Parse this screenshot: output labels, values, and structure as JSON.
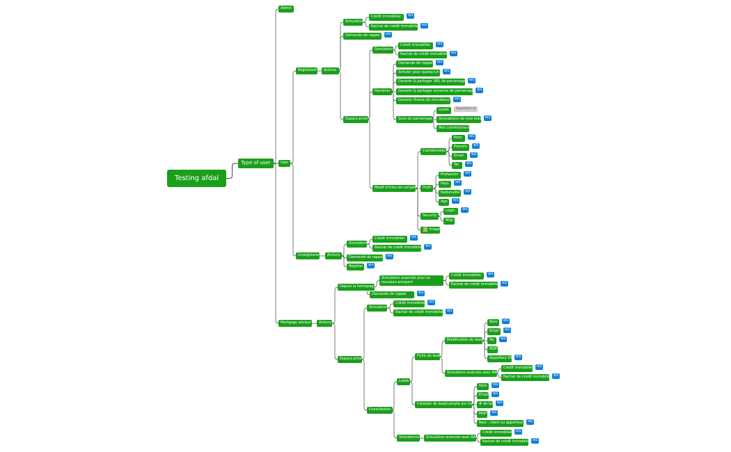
{
  "colors": {
    "node": "#1a9f1a",
    "tag": "#0f7fd6",
    "grey_tag": "#cfcfcf",
    "edge": "#444444"
  },
  "nodes": [
    {
      "id": "root",
      "label": "Testing afdal"
    },
    {
      "id": "type",
      "label": "Type of user"
    },
    {
      "id": "admin",
      "label": "Admin"
    },
    {
      "id": "user",
      "label": "User"
    },
    {
      "id": "registered",
      "label": "Registered"
    },
    {
      "id": "actions_r",
      "label": "Actions"
    },
    {
      "id": "simulation_r",
      "label": "Simulation"
    },
    {
      "id": "credit_r",
      "label": "Crédit immobilier",
      "tag": "WS"
    },
    {
      "id": "rachat_r",
      "label": "Rachat de crédit immobilier",
      "tag": "WS"
    },
    {
      "id": "rappel_r",
      "label": "Demande de rappel",
      "tag": "WS"
    },
    {
      "id": "espace_r",
      "label": "Espace privé"
    },
    {
      "id": "simulation_e",
      "label": "Simulation"
    },
    {
      "id": "credit_e",
      "label": "Crédit immobilier",
      "tag": "WS"
    },
    {
      "id": "rachat_e",
      "label": "Rachat de crédit immobilier",
      "tag": "WS"
    },
    {
      "id": "parrainer",
      "label": "Parrainer"
    },
    {
      "id": "p_rappel",
      "label": "Demande de rappel",
      "tag": "WS"
    },
    {
      "id": "p_simuler",
      "label": "Simuler pour quelqu'un",
      "tag": "WS"
    },
    {
      "id": "p_url",
      "label": "Generer & partager URL de parrainage",
      "tag": "WS"
    },
    {
      "id": "p_annonce",
      "label": "Generer & partager annonce de parrainage",
      "tag": "WS"
    },
    {
      "id": "p_iframe",
      "label": "Generer iframe du simulateur",
      "tag": "WS"
    },
    {
      "id": "suivi",
      "label": "Suivi du parrainage"
    },
    {
      "id": "leads_s",
      "label": "Leads",
      "tag": "Apporteur id"
    },
    {
      "id": "simleads",
      "label": "Simulations de mes leads",
      "tag": "WS"
    },
    {
      "id": "commissions",
      "label": "Mes commissions"
    },
    {
      "id": "modif",
      "label": "Modif d'infos de compte"
    },
    {
      "id": "coord",
      "label": "Coordonnées"
    },
    {
      "id": "c_nom",
      "label": "Nom",
      "tag": "WS"
    },
    {
      "id": "c_prenom",
      "label": "Prenom",
      "tag": "WS"
    },
    {
      "id": "c_email",
      "label": "Email",
      "tag": "WS"
    },
    {
      "id": "c_tel",
      "label": "Tel",
      "tag": "WS"
    },
    {
      "id": "profil",
      "label": "Profil"
    },
    {
      "id": "pr_profession",
      "label": "Profession",
      "tag": "WS"
    },
    {
      "id": "pr_pays",
      "label": "Pays",
      "tag": "WS"
    },
    {
      "id": "pr_nat",
      "label": "Nationalité",
      "tag": "WS"
    },
    {
      "id": "pr_age",
      "label": "Age",
      "tag": "WS"
    },
    {
      "id": "security",
      "label": "Security"
    },
    {
      "id": "s_login",
      "label": "Login",
      "tag": "WS"
    },
    {
      "id": "s_mdp",
      "label": "Mdp"
    },
    {
      "id": "image",
      "label": "Image",
      "emoji": "🖼️"
    },
    {
      "id": "unregistered",
      "label": "Unregistered"
    },
    {
      "id": "actions_u",
      "label": "Actions"
    },
    {
      "id": "simulation_u",
      "label": "Simulation"
    },
    {
      "id": "credit_u",
      "label": "Crédit immobilier",
      "tag": "WS"
    },
    {
      "id": "rachat_u",
      "label": "Rachat de crédit immobilier",
      "tag": "WS"
    },
    {
      "id": "rappel_u",
      "label": "Demande de rappel",
      "tag": "WS"
    },
    {
      "id": "register_u",
      "label": "Register",
      "tag": "WS"
    },
    {
      "id": "mortgage",
      "label": "Mortgage advisor"
    },
    {
      "id": "actions_m",
      "label": "Actions"
    },
    {
      "id": "homepage",
      "label": "Depuis la homepage"
    },
    {
      "id": "simavancee",
      "label": "Simulation avancée pour un nouveau prospect"
    },
    {
      "id": "credit_h",
      "label": "Crédit immobilier",
      "tag": "WS"
    },
    {
      "id": "rachat_h",
      "label": "Rachat de crédit immobilier",
      "tag": "WS"
    },
    {
      "id": "rappel_h",
      "label": "Demande de rappel",
      "tag": "WS"
    },
    {
      "id": "espace_m",
      "label": "Espace privé"
    },
    {
      "id": "simulation_m",
      "label": "Simulation"
    },
    {
      "id": "credit_m",
      "label": "Crédit immobilier",
      "tag": "WS"
    },
    {
      "id": "rachat_m",
      "label": "Rachat de crédit immobilier",
      "tag": "WS"
    },
    {
      "id": "consultation",
      "label": "Consultation"
    },
    {
      "id": "leads_m",
      "label": "Leads"
    },
    {
      "id": "fiche",
      "label": "Fiche du lead"
    },
    {
      "id": "modif_lead",
      "label": "Modification du lead"
    },
    {
      "id": "ml_nom",
      "label": "Nom",
      "tag": "WS"
    },
    {
      "id": "ml_email",
      "label": "Email",
      "tag": "WS"
    },
    {
      "id": "ml_tel",
      "label": "Tel",
      "tag": "WS"
    },
    {
      "id": "ml_mdp",
      "label": "MDP"
    },
    {
      "id": "ml_apporteur",
      "label": "Apporteur ID",
      "tag": "WS"
    },
    {
      "id": "simraf",
      "label": "Simulation avancée avec RAF"
    },
    {
      "id": "credit_f",
      "label": "Crédit immobilier",
      "tag": "WS"
    },
    {
      "id": "rachat_f",
      "label": "Rachat de crédit immobilier",
      "tag": "WS"
    },
    {
      "id": "creation",
      "label": "Création de lead/compte sur mc"
    },
    {
      "id": "cr_nom",
      "label": "Nom",
      "tag": "WS"
    },
    {
      "id": "cr_email",
      "label": "Email",
      "tag": "WS"
    },
    {
      "id": "cr_tel",
      "label": "# de tel",
      "tag": "WS"
    },
    {
      "id": "cr_mdp",
      "label": "MDP",
      "tag": "WS"
    },
    {
      "id": "cr_role",
      "label": "Role : client ou apporteur",
      "tag": "WS"
    },
    {
      "id": "simulations_c",
      "label": "Simulations"
    },
    {
      "id": "simraf2",
      "label": "Simulation avancée avec RAF"
    },
    {
      "id": "credit_c",
      "label": "Crédit immobilier",
      "tag": "WS"
    },
    {
      "id": "rachat_c",
      "label": "Rachat de crédit immobilier",
      "tag": "WS"
    }
  ]
}
